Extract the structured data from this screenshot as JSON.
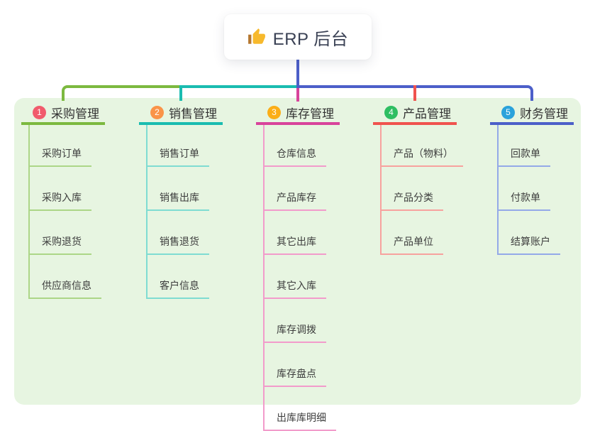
{
  "root": {
    "label": "ERP 后台",
    "icon": "thumbs-up-icon",
    "text_color": "#3A4154",
    "thumb_hand_color": "#F7B92C",
    "thumb_cuff_color": "#B5772F"
  },
  "panel": {
    "background": "#E7F5E1"
  },
  "branches": [
    {
      "badge": "1",
      "badge_color": "#F15B6C",
      "label": "采购管理",
      "line_color": "#7CB93F",
      "child_line_color": "#ACD687",
      "children": [
        "采购订单",
        "采购入库",
        "采购退货",
        "供应商信息"
      ]
    },
    {
      "badge": "2",
      "badge_color": "#FA9348",
      "label": "销售管理",
      "line_color": "#1ABCB0",
      "child_line_color": "#7FDCD2",
      "children": [
        "销售订单",
        "销售出库",
        "销售退货",
        "客户信息"
      ]
    },
    {
      "badge": "3",
      "badge_color": "#D8439B",
      "label": "库存管理",
      "badge_color_actual": "#FBAE17",
      "line_color": "#D8439B",
      "child_line_color": "#F29BCB",
      "children": [
        "仓库信息",
        "产品库存",
        "其它出库",
        "其它入库",
        "库存调拨",
        "库存盘点",
        "出库库明细"
      ]
    },
    {
      "badge": "4",
      "badge_color": "#2EBE62",
      "label": "产品管理",
      "line_color": "#F0534E",
      "child_line_color": "#F7A29E",
      "children": [
        "产品（物料）",
        "产品分类",
        "产品单位"
      ]
    },
    {
      "badge": "5",
      "badge_color": "#2AA2DB",
      "label": "财务管理",
      "line_color": "#4C5FC9",
      "child_line_color": "#94A9E8",
      "children": [
        "回款单",
        "付款单",
        "结算账户"
      ]
    }
  ]
}
